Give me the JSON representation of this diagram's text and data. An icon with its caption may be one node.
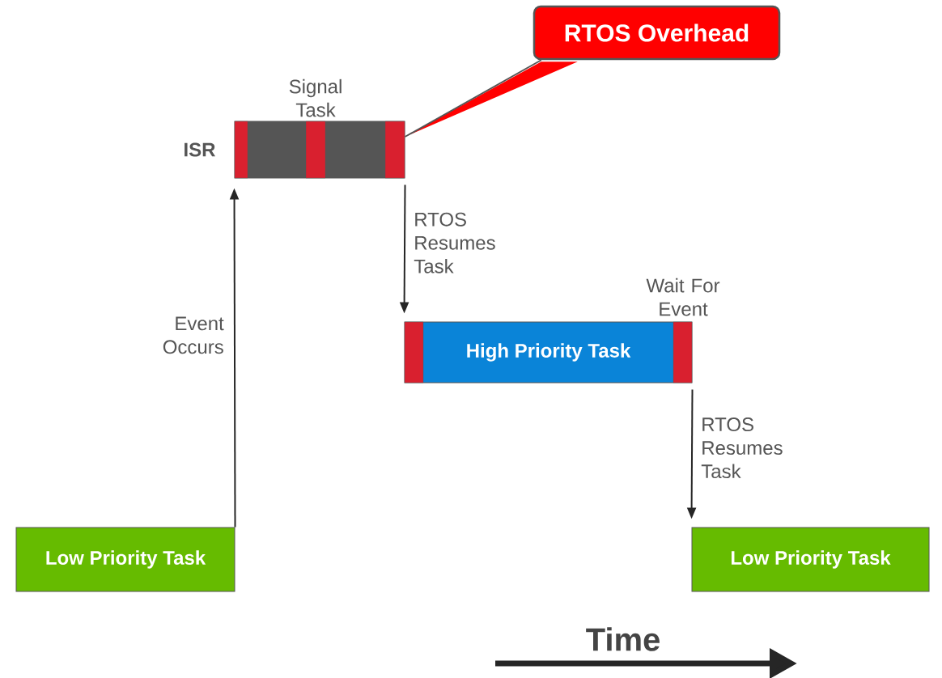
{
  "diagram": {
    "nodes": [
      {
        "text": [
          "Low Priority Task"
        ]
      },
      {
        "text": [
          "ISR"
        ],
        "beside": [
          "Signal Task"
        ]
      },
      {
        "text": [
          "High Priority Task"
        ],
        "beside": [
          "Wait For Event"
        ]
      },
      {
        "text": [
          "Low Priority Task"
        ]
      },
      {
        "text": [
          "RTOS Overhead"
        ]
      }
    ],
    "edges": [
      {
        "from": 0,
        "to": 1,
        "arrow": "to",
        "label": "Event Occurs"
      },
      {
        "from": 1,
        "to": 2,
        "arrow": "to",
        "label": "RTOS Resumes Task"
      },
      {
        "from": 2,
        "to": 3,
        "arrow": "to",
        "label": "RTOS Resumes Task"
      },
      {
        "from": 4,
        "to": 1,
        "arrow": "none"
      }
    ],
    "labels": [
      "Time"
    ]
  }
}
